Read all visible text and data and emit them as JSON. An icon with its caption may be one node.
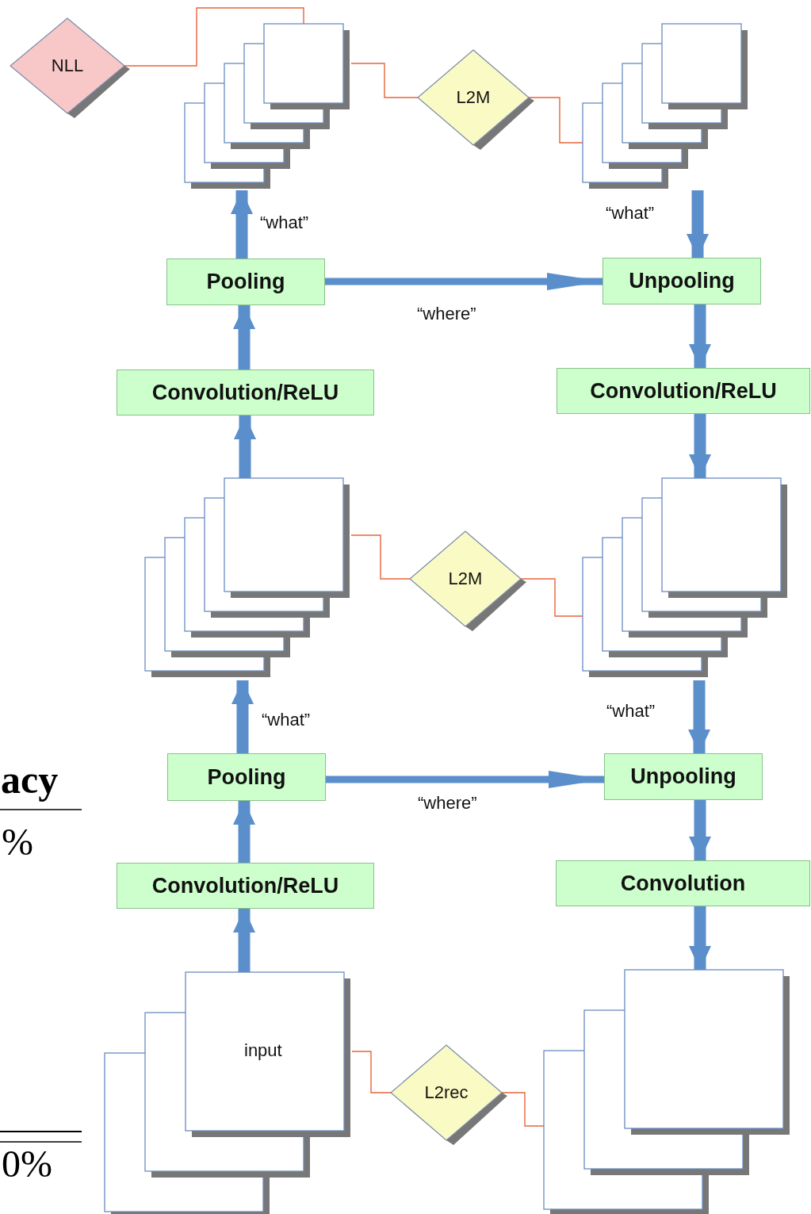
{
  "diagram": {
    "nodes": [
      {
        "text": [
          "NLL"
        ]
      },
      {
        "text": [],
        "shape": "box"
      },
      {
        "text": [
          "L2M"
        ]
      },
      {
        "text": [],
        "shape": "box"
      },
      {
        "text": [
          "Pooling"
        ]
      },
      {
        "text": [
          "Unpooling"
        ]
      },
      {
        "text": [
          "Convolution/ReLU"
        ]
      },
      {
        "text": [
          "Convolution/ReLU"
        ]
      },
      {
        "text": [],
        "shape": "box"
      },
      {
        "text": [
          "L2M"
        ]
      },
      {
        "text": [],
        "shape": "box"
      },
      {
        "text": [
          "Pooling"
        ]
      },
      {
        "text": [
          "Unpooling"
        ]
      },
      {
        "text": [
          "Convolution/ReLU"
        ]
      },
      {
        "text": [
          "Convolution"
        ]
      },
      {
        "text": [
          "input"
        ]
      },
      {
        "text": [
          "L2rec"
        ]
      },
      {
        "text": [],
        "shape": "box"
      }
    ],
    "edges": [
      {
        "from": 0,
        "to": 1,
        "arrow": "none",
        "color": "#e8643c"
      },
      {
        "from": 1,
        "to": 2,
        "arrow": "none",
        "color": "#e8643c"
      },
      {
        "from": 2,
        "to": 3,
        "arrow": "none",
        "color": "#e8643c"
      },
      {
        "from": 8,
        "to": 9,
        "arrow": "none",
        "color": "#e8643c"
      },
      {
        "from": 9,
        "to": 10,
        "arrow": "none",
        "color": "#e8643c"
      },
      {
        "from": 15,
        "to": 16,
        "arrow": "none",
        "color": "#e8643c"
      },
      {
        "from": 16,
        "to": 17,
        "arrow": "none",
        "color": "#e8643c"
      },
      {
        "from": 15,
        "to": 13,
        "arrow": "to"
      },
      {
        "from": 13,
        "to": 11,
        "arrow": "to"
      },
      {
        "from": 11,
        "to": 8,
        "arrow": "to",
        "label": "“what”"
      },
      {
        "from": 8,
        "to": 6,
        "arrow": "to"
      },
      {
        "from": 6,
        "to": 4,
        "arrow": "to"
      },
      {
        "from": 4,
        "to": 1,
        "arrow": "to",
        "label": "“what”"
      },
      {
        "from": 4,
        "to": 5,
        "arrow": "to",
        "label": "“where”"
      },
      {
        "from": 11,
        "to": 12,
        "arrow": "to",
        "label": "“where”"
      },
      {
        "from": 3,
        "to": 5,
        "arrow": "to",
        "label": "“what”"
      },
      {
        "from": 5,
        "to": 7,
        "arrow": "to"
      },
      {
        "from": 7,
        "to": 10,
        "arrow": "to"
      },
      {
        "from": 10,
        "to": 12,
        "arrow": "to",
        "label": "“what”"
      },
      {
        "from": 12,
        "to": 14,
        "arrow": "to"
      },
      {
        "from": 14,
        "to": 17,
        "arrow": "to"
      }
    ],
    "labels": [
      "acy",
      "%",
      "0%"
    ]
  }
}
